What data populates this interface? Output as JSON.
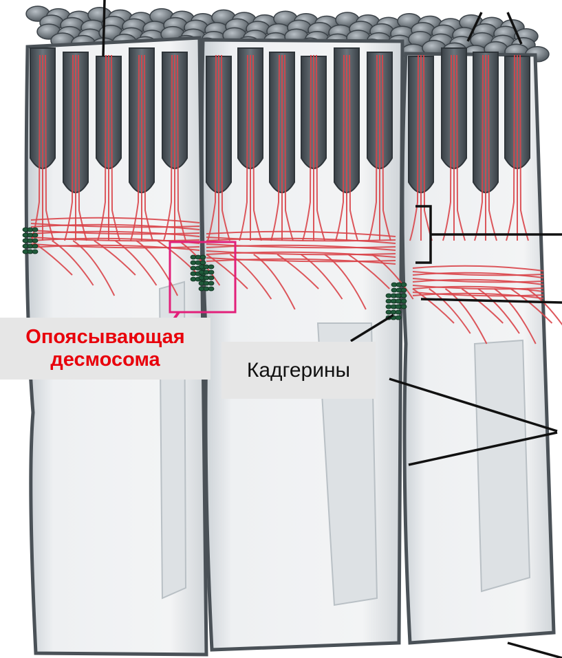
{
  "labels": {
    "zonula_adherens_line1": "Опоясывающая",
    "zonula_adherens_line2": "десмосома",
    "cadherins": "Кадгерины"
  },
  "colors": {
    "actin_filaments": "#d9454a",
    "cell_membrane": "#4a5157",
    "cadherin_junction": "#1f5a3a",
    "highlight_box": "#e2207a",
    "label_red": "#e8000b",
    "label_box_bg": "#e6e6e6"
  }
}
